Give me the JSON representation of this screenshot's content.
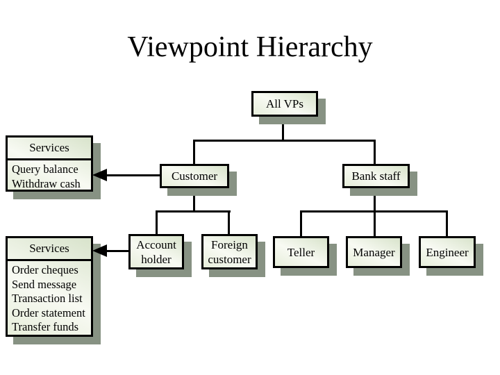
{
  "title": "Viewpoint Hierarchy",
  "nodes": {
    "all_vps": "All VPs",
    "customer": "Customer",
    "bank_staff": "Bank staff",
    "account_holder": "Account holder",
    "foreign_customer": "Foreign customer",
    "teller": "Teller",
    "manager": "Manager",
    "engineer": "Engineer"
  },
  "customer_services": {
    "header": "Services",
    "items": [
      "Query balance",
      "Withdraw cash"
    ]
  },
  "account_holder_services": {
    "header": "Services",
    "items": [
      "Order cheques",
      "Send message",
      "Transaction list",
      "Order statement",
      "Transfer funds"
    ]
  },
  "colors": {
    "background": "#ffffff",
    "box_border": "#000000",
    "box_fill_green": "#d8e3cb",
    "box_fill_light": "#f8faf3",
    "box_fill_bottom": "#e7eedb",
    "shadow": "#879283",
    "connector": "#000000",
    "text": "#000000"
  }
}
